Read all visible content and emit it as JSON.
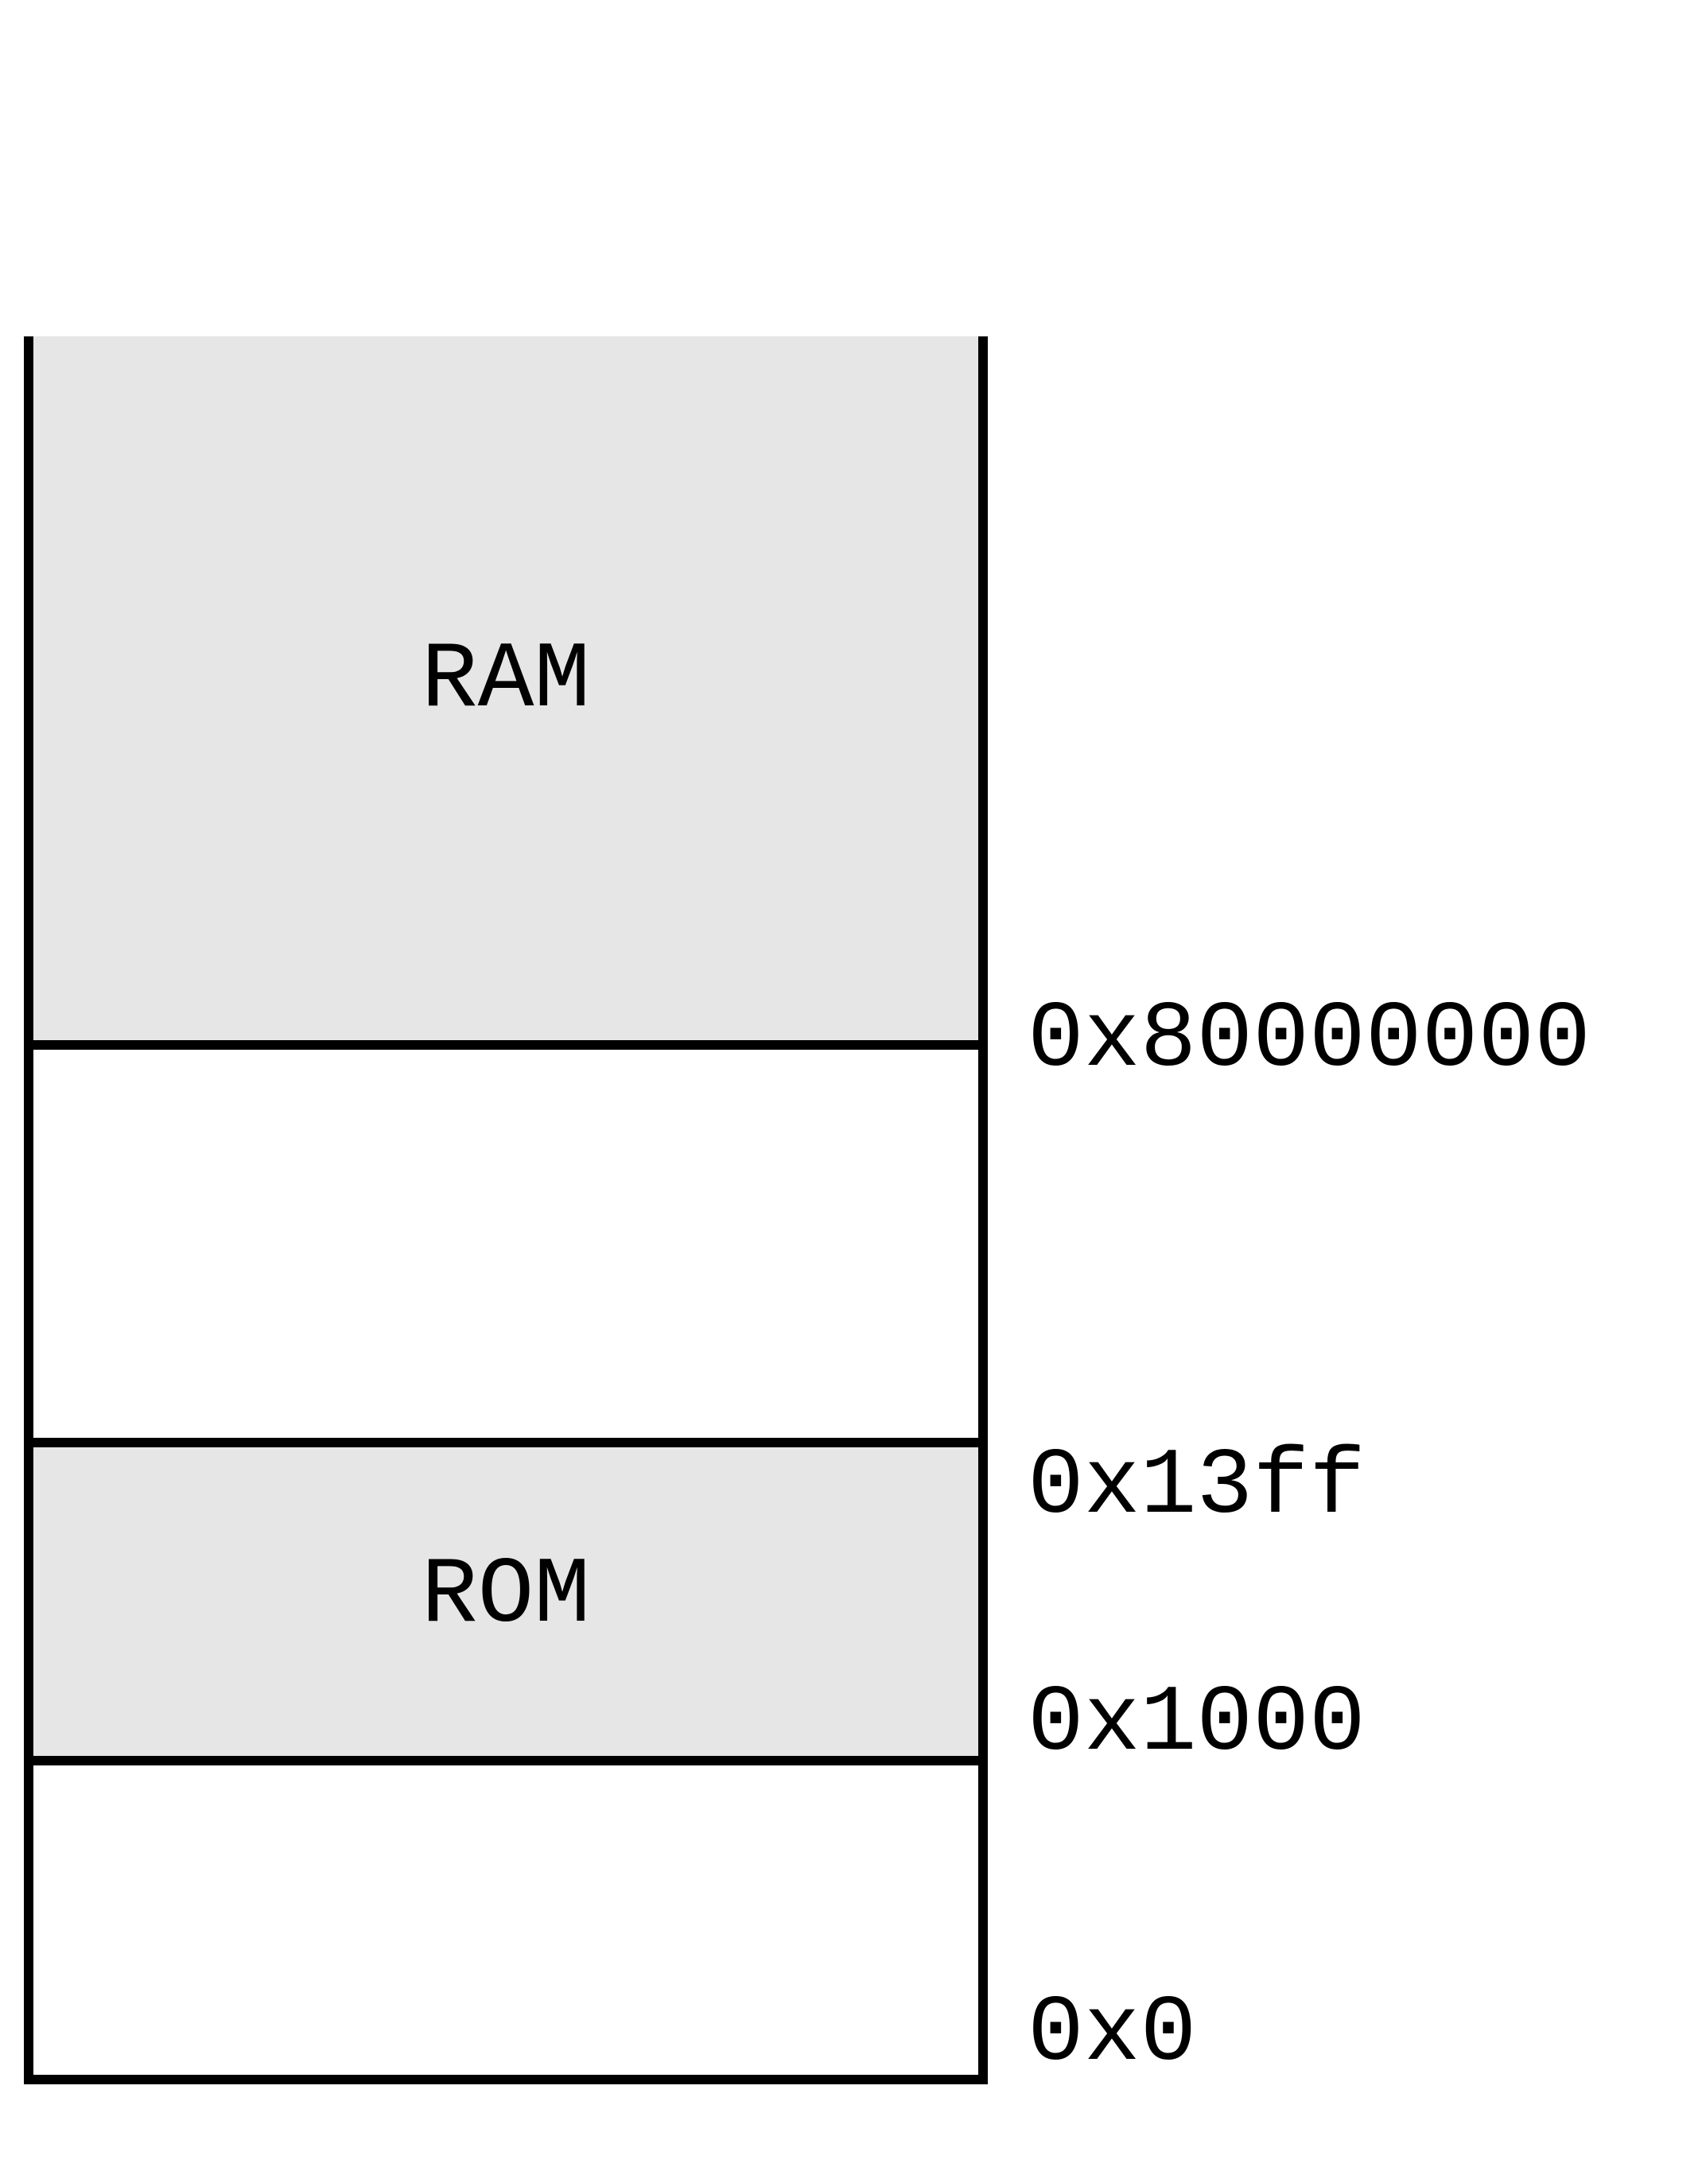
{
  "memory_map": {
    "colors": {
      "background": "#ffffff",
      "region_fill": "#e6e6e6",
      "stroke": "#000000",
      "text": "#000000"
    },
    "regions": [
      {
        "name": "ram",
        "label": "RAM",
        "shaded": true
      },
      {
        "name": "unlabeled-upper",
        "label": "",
        "shaded": false
      },
      {
        "name": "rom",
        "label": "ROM",
        "shaded": true
      },
      {
        "name": "unlabeled-lower",
        "label": "",
        "shaded": false
      }
    ],
    "addresses": [
      {
        "text": "0x80000000"
      },
      {
        "text": "0x13ff"
      },
      {
        "text": "0x1000"
      },
      {
        "text": "0x0"
      }
    ]
  }
}
